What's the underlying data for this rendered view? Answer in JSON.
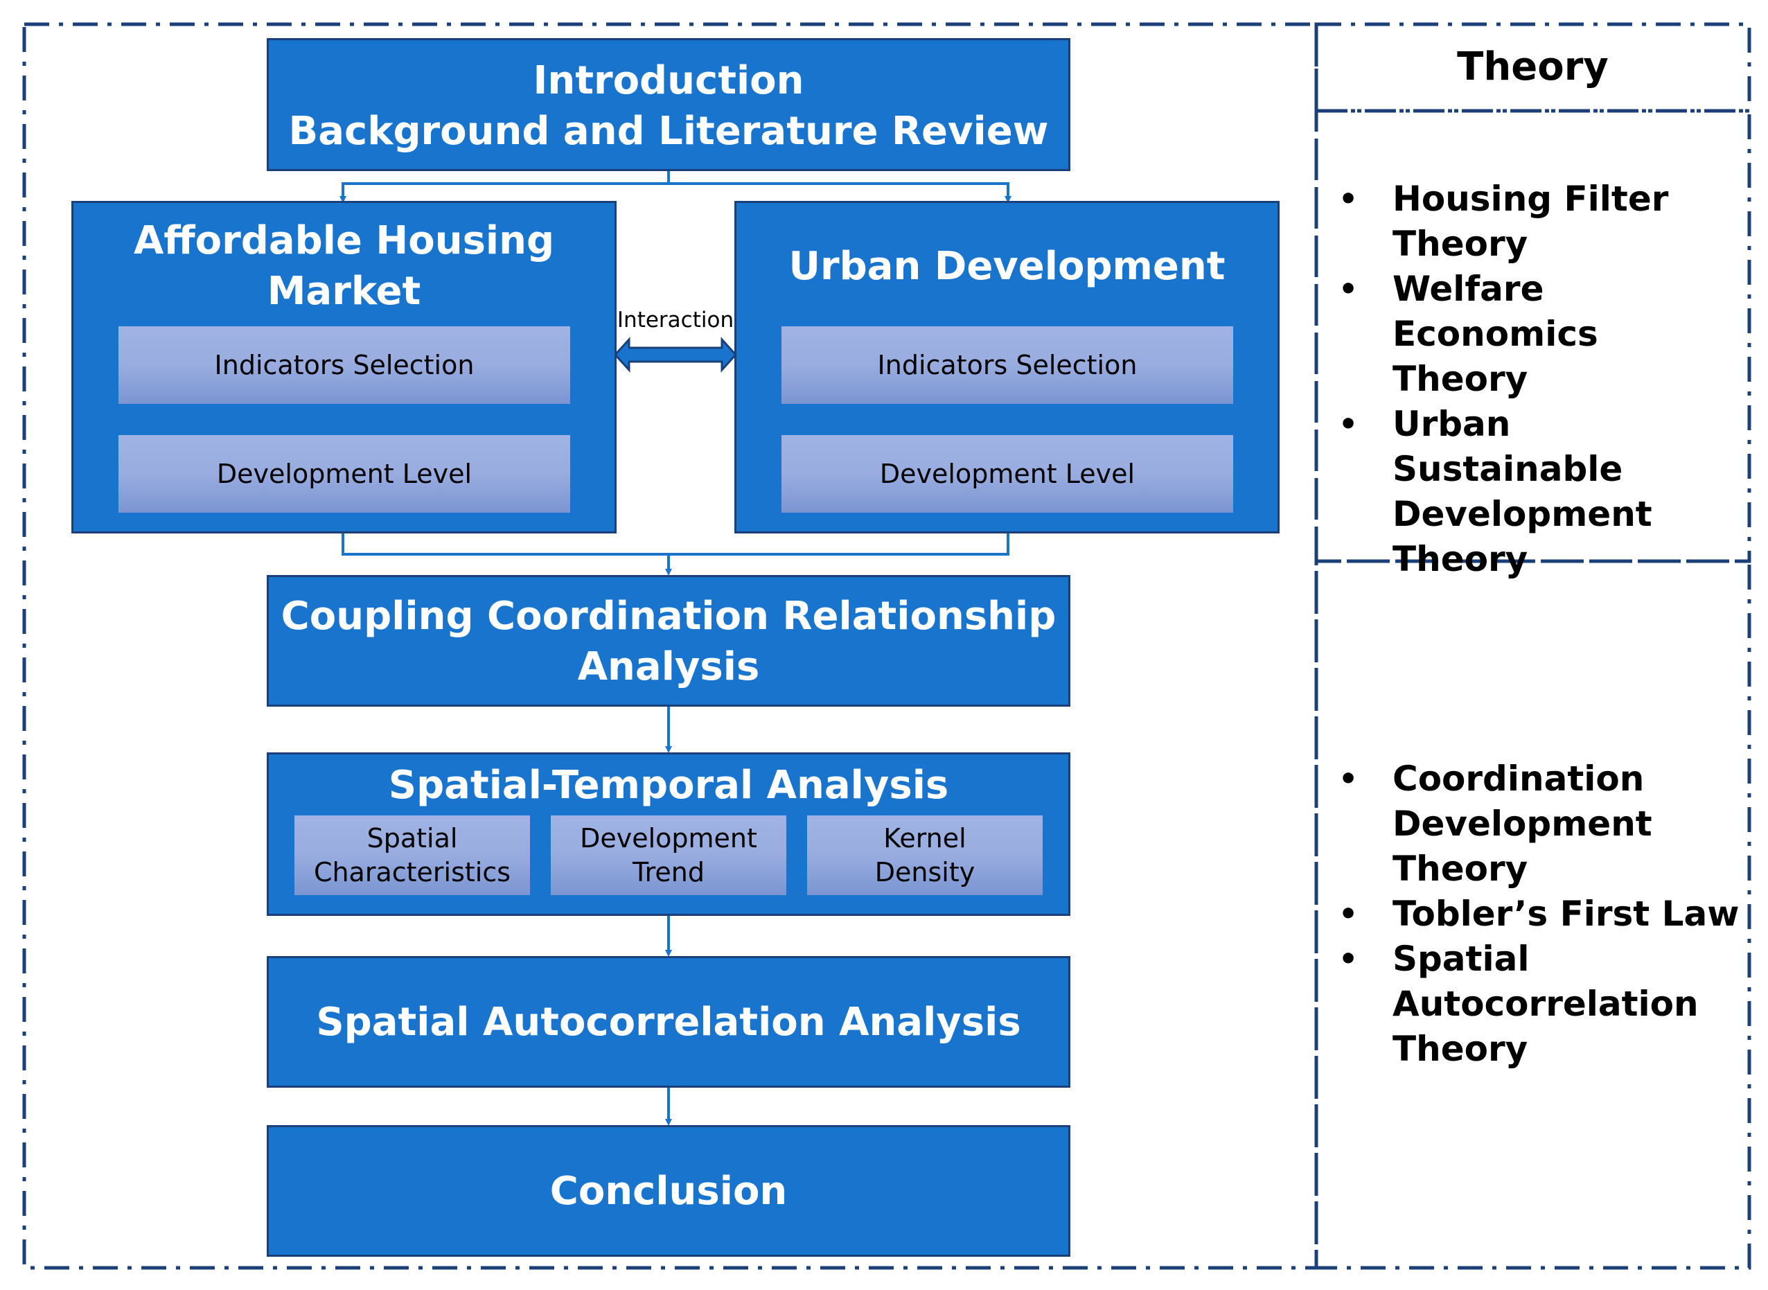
{
  "flow": {
    "intro": {
      "line1": "Introduction",
      "line2": "Background and Literature Review"
    },
    "housing": {
      "title_line1": "Affordable Housing",
      "title_line2": "Market",
      "sub1": "Indicators Selection",
      "sub2": "Development Level"
    },
    "interaction_label": "Interaction",
    "urban": {
      "title": "Urban Development",
      "sub1": "Indicators Selection",
      "sub2": "Development Level"
    },
    "coupling": {
      "line1": "Coupling Coordination Relationship",
      "line2": "Analysis"
    },
    "spatial_temporal": {
      "title": "Spatial-Temporal Analysis",
      "items": [
        {
          "line1": "Spatial",
          "line2": "Characteristics"
        },
        {
          "line1": "Development",
          "line2": "Trend"
        },
        {
          "line1": "Kernel",
          "line2": "Density"
        }
      ]
    },
    "autocorrelation": "Spatial Autocorrelation Analysis",
    "conclusion": "Conclusion"
  },
  "theory": {
    "title": "Theory",
    "group1": [
      [
        "Housing Filter",
        "Theory"
      ],
      [
        "Welfare Economics",
        "Theory"
      ],
      [
        "Urban Sustainable",
        "Development",
        "Theory"
      ]
    ],
    "group2": [
      [
        "Coordination",
        "Development",
        "Theory"
      ],
      [
        "Tobler’s First Law"
      ],
      [
        "Spatial",
        "Autocorrelation",
        "Theory"
      ]
    ]
  },
  "colors": {
    "box_fill": "#1874cd",
    "box_border": "#1b3f78",
    "sub_fill": "#9aaee0",
    "arrow": "#1874cd",
    "dash_border": "#1b3f78"
  }
}
